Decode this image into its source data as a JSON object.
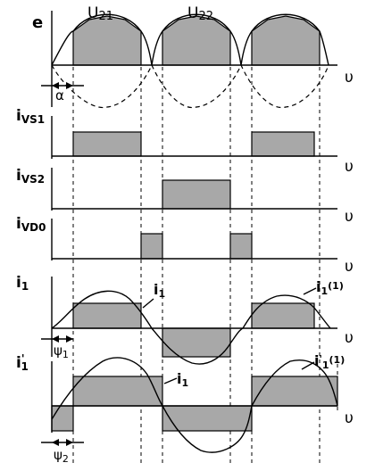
{
  "labels": {
    "e": "e",
    "u21": "U",
    "u21_sub": "21",
    "u22": "U",
    "u22_sub": "22",
    "alpha": "α",
    "theta": "υ",
    "ivs1": "i",
    "ivs1_sub": "VS1",
    "ivs2": "i",
    "ivs2_sub": "VS2",
    "ivd0": "i",
    "ivd0_sub": "VD0",
    "i1_axis": "i",
    "i1_axis_sub": "1",
    "i1_curve": "i",
    "i1_curve_sub": "1",
    "i1_fund": "i",
    "i1_fund_sub": "1",
    "i1_fund_sup": "(1)",
    "psi1": "ψ",
    "psi1_sub": "1",
    "ip_axis": "i",
    "ip_axis_sub": "1",
    "ip_axis_prime": "'",
    "ip_curve": "i",
    "ip_curve_sub": "1",
    "ip_fund": "i",
    "ip_fund_prime": "'",
    "ip_fund_sub": "1",
    "ip_fund_sup": "(1)",
    "psi2": "ψ",
    "psi2_sub": "2"
  },
  "colors": {
    "fill": "#a8a8a8",
    "line": "#000000"
  }
}
